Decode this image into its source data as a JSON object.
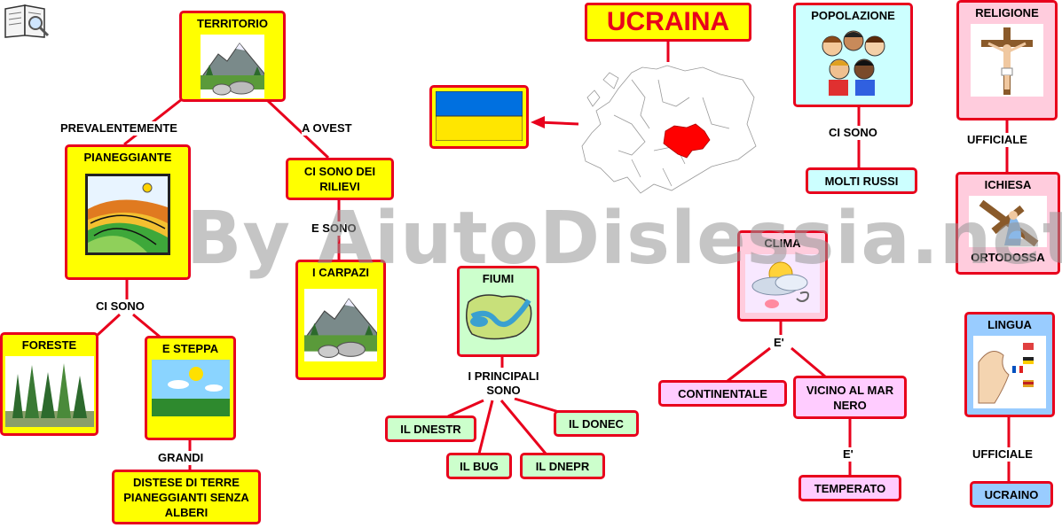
{
  "title": "UCRAINA",
  "watermark": "By AiutoDislessia.net",
  "nodes": {
    "territorio": "TERRITORIO",
    "pianeggiante": "PIANEGGIANTE",
    "foreste": "FORESTE",
    "steppa": "E STEPPA",
    "distese": "DISTESE DI TERRE PIANEGGIANTI SENZA ALBERI",
    "rilievi": "CI SONO DEI RILIEVI",
    "carpazi": "I CARPAZI",
    "fiumi": "FIUMI",
    "dnestr": "IL DNESTR",
    "bug": "IL BUG",
    "dnepr": "IL DNEPR",
    "donec": "IL DONEC",
    "popolazione": "POPOLAZIONE",
    "russi": "MOLTI RUSSI",
    "clima": "CLIMA",
    "continentale": "CONTINENTALE",
    "marnero": "VICINO AL MAR NERO",
    "temperato": "TEMPERATO",
    "religione": "RELIGIONE",
    "chiesa_top": "ICHIESA",
    "chiesa_bottom": "ORTODOSSA",
    "lingua": "LINGUA",
    "ucraino": "UCRAINO"
  },
  "links": {
    "prevalentemente": "PREVALENTEMENTE",
    "a_ovest": "A OVEST",
    "ci_sono_1": "CI SONO",
    "grandi": "GRANDI",
    "e_sono": "E SONO",
    "principali": "I PRINCIPALI SONO",
    "ci_sono_2": "CI SONO",
    "e_1": "E'",
    "e_2": "E'",
    "ufficiale_1": "UFFICIALE",
    "ufficiale_2": "UFFICIALE"
  },
  "colors": {
    "border": "#e8001c",
    "yellow": "#ffff00",
    "flag_blue": "#0070e0",
    "flag_yellow": "#ffe600",
    "ukraine_map": "#ff0000"
  },
  "icons": [
    "book-icon",
    "mountain-icon",
    "fields-icon",
    "forest-icon",
    "steppe-icon",
    "river-icon",
    "people-icon",
    "crucifix-icon",
    "cross-icon",
    "weather-icon",
    "flags-icon",
    "flag-icon",
    "europe-map-icon"
  ]
}
